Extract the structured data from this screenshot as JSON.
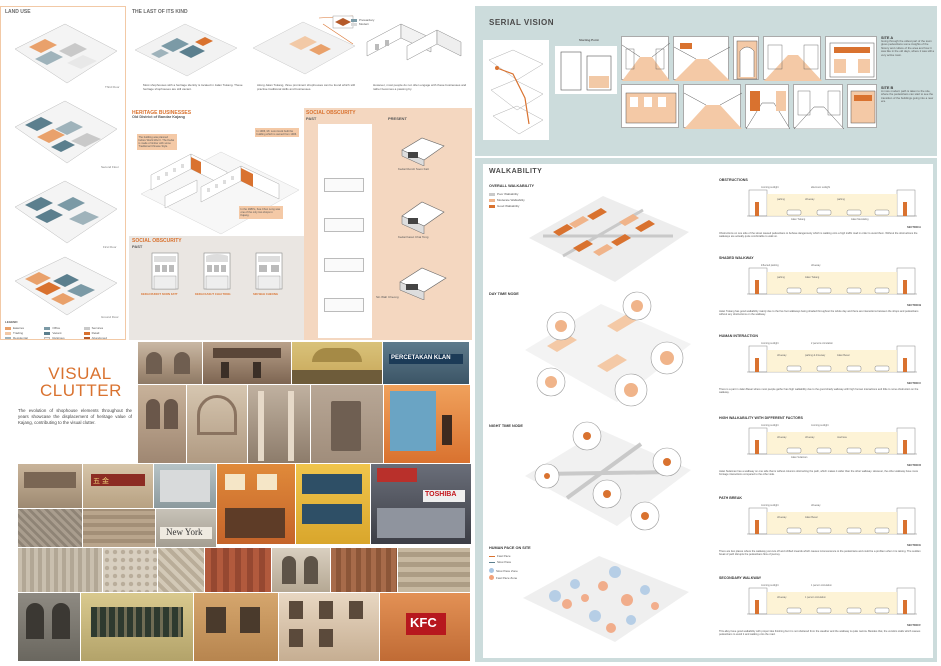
{
  "land_use": {
    "title": "LAND USE",
    "levels": [
      "Third Floor",
      "Second Floor",
      "First Floor",
      "Ground Floor"
    ],
    "legend_title": "LEGEND",
    "legend": [
      {
        "label": "Eateries",
        "color": "#e9a16b"
      },
      {
        "label": "Office",
        "color": "#7b9aa6"
      },
      {
        "label": "Services",
        "color": "#c9c9c9"
      },
      {
        "label": "Trading",
        "color": "#f2c9a6"
      },
      {
        "label": "Vacant",
        "color": "#5b7f8e"
      },
      {
        "label": "Retail",
        "color": "#d9722f"
      },
      {
        "label": "Residential",
        "color": "#9fb3bb"
      },
      {
        "label": "Religious",
        "color": "#eeeeee"
      },
      {
        "label": "Abandoned",
        "color": "#b55a2a"
      }
    ]
  },
  "last_of_kind": {
    "title": "THE LAST OF ITS KIND",
    "legend": [
      "Prewardary",
      "Modern"
    ],
    "texts": [
      "Most shophouses with a heritage identity is located in Jalan Tukang. These heritage shophouses are still vacant.",
      "Along Jalan Tukang, three prominent shophouses can be found which still practise traditional skills and businesses.",
      "However, most people do not often engage with these businesses and rather becomes a passing by."
    ]
  },
  "heritage": {
    "title": "HERITAGE BUSINESSES",
    "subtitle": "Old District of Bandar Kajang",
    "notes": [
      "The building was planned before World War II. The Kedai is made of timber with some Traditional Chinese Style.",
      "In 1906, Mr. Loon Hock built the building which is owned from 1906.",
      "In the 1980's, Kee Chun Long was one of the only two shops in Kajang."
    ]
  },
  "social_past": {
    "title": "SOCIAL OBSCURITY",
    "sub": "PAST",
    "shops": [
      "KEDAI RUNCIT SOON FATT",
      "KEDAI KASUT CHAI TONG",
      "SIN WAH CHEONG"
    ]
  },
  "social_present": {
    "title": "SOCIAL OBSCURITY",
    "past": "PAST",
    "present": "PRESENT",
    "labels": [
      "Kedai Runcit Soon Fatt",
      "Kedai Kasut Chai Tong",
      "Sin Wah Cheong"
    ]
  },
  "visual_clutter": {
    "title1": "VISUAL",
    "title2": "CLUTTER",
    "text": "The evolution of shophouse elements throughout the years showcase the displacement of heritage value of Kajang, contributing to the visual clutter.",
    "signs": [
      "PERCETAKAN KLAN",
      "New York",
      "KFC",
      "TOSHIBA"
    ]
  },
  "serial_vision": {
    "title": "SERIAL VISION",
    "starting": "Starting Point",
    "sites": [
      {
        "title": "SITE A",
        "text": "Going through the oldest part of the town gives pedestrians some insights of the history and culture of the area and how it was like in the old days, where it was still a very active town."
      },
      {
        "title": "SITE B",
        "text": "A more modern path is taken to the site, where the pedestrians can start to see the transition of the buildings going into a new era."
      }
    ]
  },
  "walkability": {
    "title": "WALKABILITY",
    "overall": "OVERALL WALKABILITY",
    "legend": [
      {
        "label": "Poor Walkability",
        "color": "#c9c9c9"
      },
      {
        "label": "Moderate Walkability",
        "color": "#f0b48a"
      },
      {
        "label": "Good Walkability",
        "color": "#d9722f"
      }
    ],
    "day": "DAY TIME NODE",
    "night": "NIGHT TIME NODE",
    "pace": "HUMAN PACE ON SITE",
    "pace_legend": [
      "Fast Pace",
      "Slow Pace",
      "Slow Pace Zone",
      "Fast Pace Zone"
    ],
    "sections": [
      {
        "title": "OBSTRUCTIONS",
        "tag": "SECTION A",
        "text": "Obstructions on one side of the street caused pedestrians to behave dangerously which is walking onto a high traffic road in order to avoid them. Without the obstructions the walkways are actually quite comfortable to walk on.",
        "labels": [
          "morning sunlight",
          "afternoon sunlight",
          "parking",
          "driveway",
          "parking",
          "Jalan Tukang",
          "Jalan Mendaling"
        ]
      },
      {
        "title": "SHADED WALKWAY",
        "tag": "SECTION B",
        "text": "Jalan Tukang has good walkability mainly due to the five foot walkways being shaded throughout the whole day and there are interactions between the shops and pedestrians without any obstructions on the walkway.",
        "labels": [
          "Inflected parking",
          "driveway",
          "parking",
          "Jalan Tukang"
        ]
      },
      {
        "title": "HUMAN INTERACTION",
        "tag": "SECTION C",
        "text": "There is a part in Jalan Besar where most people gather has high walkability due to the good shady walkway with high human interactions and little to none obstruction on the walkway.",
        "labels": [
          "morning sunlight",
          "2 persons circulation",
          "driveway",
          "parking & driveway",
          "Jalan Besar"
        ]
      },
      {
        "title": "HIGH WALKABILITY WITH DIFFERENT FACTORS",
        "tag": "SECTION D",
        "text": "Jalan Sulaiman has a walkway on one side that is without columns obstructing the path, which makes it wider than the other walkway. However, the other walkway have more frontage interactions compared to the other side.",
        "labels": [
          "morning sunlight",
          "morning sunlight",
          "driveway",
          "driveway",
          "road lane",
          "Jalan Sulaiman"
        ]
      },
      {
        "title": "PATH BREAK",
        "tag": "SECTION E",
        "text": "There are few places where the walkway just cuts off and shifted inwards which causes inconvenience to the pedestrians and could be a problem when it is raining. The sudden break of path disrupts the pedestrians flow of journey.",
        "labels": [
          "morning sunlight",
          "driveway",
          "driveway",
          "Jalan Besar"
        ]
      },
      {
        "title": "SECONDARY WALKWAY",
        "tag": "SECTION F",
        "text": "This alley have good walkability with proper tiles finishing but it is not sheltered from the weather and the walkway is quite narrow. Besides that, the vendors stalls which causes pedestrians to avoid it and walking onto the road.",
        "labels": [
          "morning sunlight",
          "1 person circulation",
          "driveway",
          "1 person circulation"
        ]
      }
    ]
  }
}
